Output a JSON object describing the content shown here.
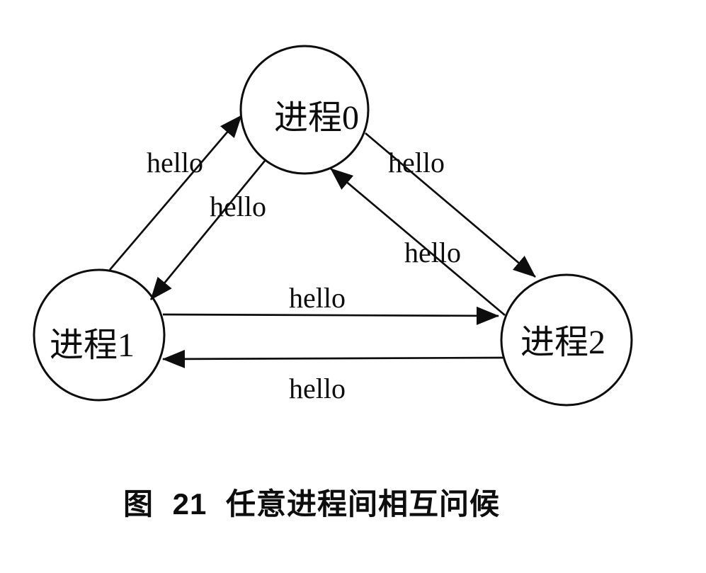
{
  "figure": {
    "caption": "图 21 任意进程间相互问候"
  },
  "diagram": {
    "type": "directed-graph",
    "background_color": "#ffffff",
    "stroke_color": "#0d0d0d",
    "nodes": [
      {
        "id": "process-0",
        "label": "进程0"
      },
      {
        "id": "process-1",
        "label": "进程1"
      },
      {
        "id": "process-2",
        "label": "进程2"
      }
    ],
    "edges": [
      {
        "from": "process-1",
        "to": "process-0",
        "label": "hello"
      },
      {
        "from": "process-0",
        "to": "process-1",
        "label": "hello"
      },
      {
        "from": "process-0",
        "to": "process-2",
        "label": "hello"
      },
      {
        "from": "process-2",
        "to": "process-0",
        "label": "hello"
      },
      {
        "from": "process-1",
        "to": "process-2",
        "label": "hello"
      },
      {
        "from": "process-2",
        "to": "process-1",
        "label": "hello"
      }
    ]
  }
}
